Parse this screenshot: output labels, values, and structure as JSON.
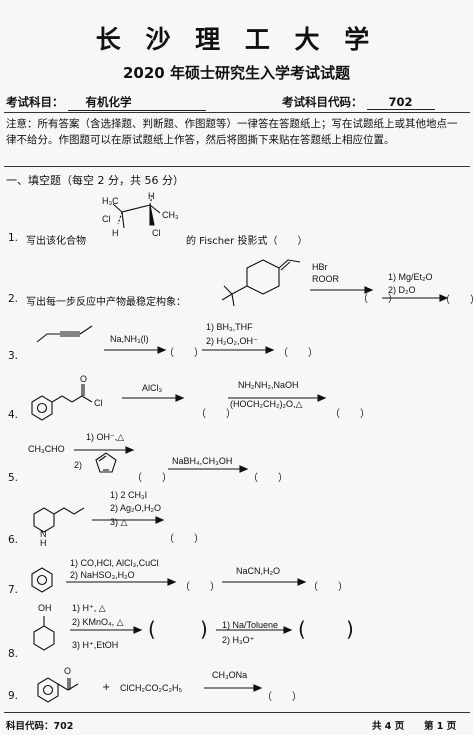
{
  "header": {
    "university": "长 沙 理 工 大 学",
    "exam_title": "2020 年硕士研究生入学考试试题",
    "subject_label": "考试科目：",
    "subject": "有机化学",
    "code_label": "考试科目代码：",
    "code": "702"
  },
  "notice": "注意：所有答案（含选择题、判断题、作图题等）一律答在答题纸上；写在试题纸上或其他地点一律不给分。作图题可以在原试题纸上作答，然后将图撕下来贴在答题纸上相应位置。",
  "section": "一、填空题（每空 2 分，共 56 分）",
  "q1": {
    "num": "1.",
    "text": "写出该化合物",
    "text2": "的 Fischer 投影式（　　）",
    "labels": [
      "H₃C",
      "H",
      "CH₃",
      "Cl",
      "H",
      "Cl"
    ]
  },
  "q2": {
    "num": "2.",
    "text": "写出每一步反应中产物最稳定构象：",
    "r1": "HBr",
    "r2": "ROOR",
    "r3": "1) Mg/Et₂O",
    "r4": "2) D₂O",
    "p1": "（　　）",
    "p2": "（　　）"
  },
  "q3": {
    "num": "3.",
    "r1": "Na,NH₃(l)",
    "r2": "1) BH₃,THF",
    "r3": "2) H₂O₂,OH⁻",
    "p1": "（　　）",
    "p2": "（　　）"
  },
  "q4": {
    "num": "4.",
    "cl": "Cl",
    "o": "O",
    "r1": "AlCl₃",
    "r2": "NH₂NH₂,NaOH",
    "r3": "(HOCH₂CH₂)₂O,△",
    "p1": "（　　）",
    "p2": "（　　）"
  },
  "q5": {
    "num": "5.",
    "sm": "CH₃CHO",
    "r1": "1) OH⁻,△",
    "r2": "2)",
    "r3": "NaBH₄,CH₃OH",
    "p1": "（　　）",
    "p2": "（　　）"
  },
  "q6": {
    "num": "6.",
    "nh": "N",
    "h": "H",
    "r1": "1) 2 CH₃I",
    "r2": "2) Ag₂O,H₂O",
    "r3": "3) △",
    "p1": "（　　）"
  },
  "q7": {
    "num": "7.",
    "r1": "1) CO,HCl, AlCl₃,CuCl",
    "r2": "2) NaHSO₃,H₂O",
    "r3": "NaCN,H₂O",
    "p1": "（　　）",
    "p2": "（　　）"
  },
  "q8": {
    "num": "8.",
    "oh": "OH",
    "r1": "1) H⁺, △",
    "r2": "2) KMnO₄, △",
    "r3": "3) H⁺,EtOH",
    "r4": "1) Na/Toluene",
    "r5": "2) H₃O⁺",
    "lp": "(",
    "rp": ")",
    "lp2": "(",
    "rp2": ")"
  },
  "q9": {
    "num": "9.",
    "plus": "+",
    "reagent": "ClCH₂CO₂C₂H₅",
    "r1": "CH₃ONa",
    "p1": "（　　）",
    "o": "O"
  },
  "footer": {
    "code": "科目代码：702",
    "total": "共 4 页",
    "page": "第 1 页"
  }
}
